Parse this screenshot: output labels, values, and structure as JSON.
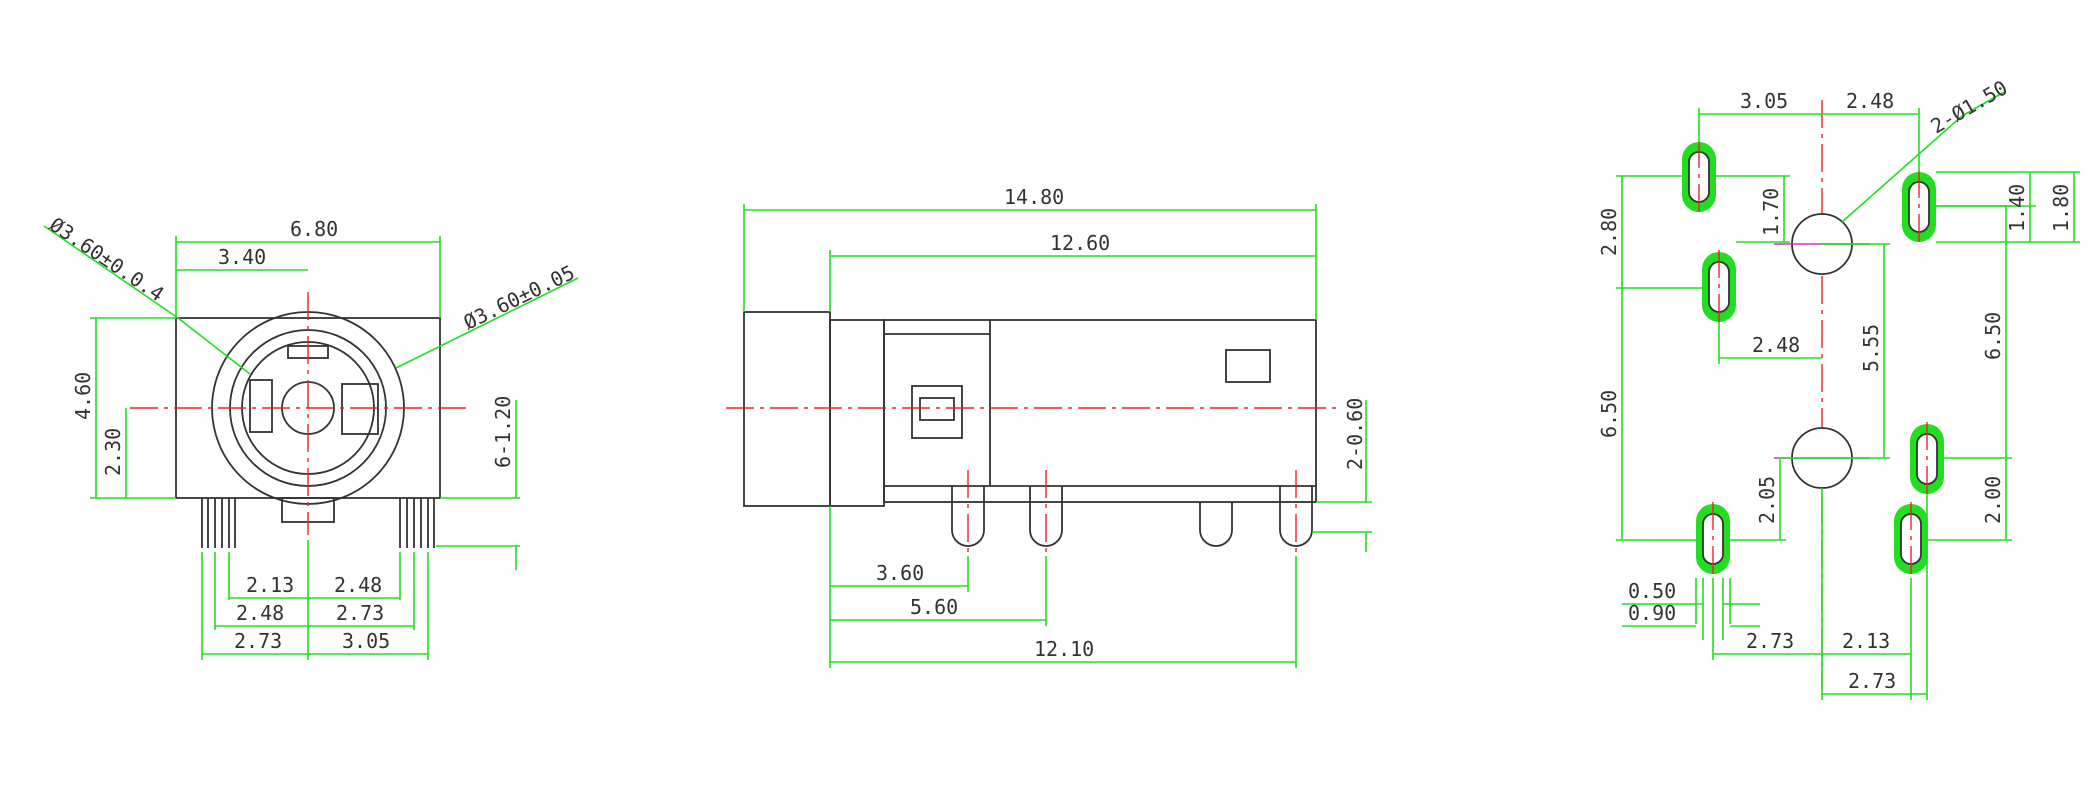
{
  "front_view": {
    "width": "6.80",
    "center_offset": "3.40",
    "diameter_left": "Ø3.60±0.0.4",
    "diameter_right": "Ø3.60±0.05",
    "height": "4.60",
    "center_height": "2.30",
    "pin_height": "6-1.20",
    "pin_2_13": "2.13",
    "pin_2_48_right": "2.48",
    "pin_2_48_left": "2.48",
    "pin_2_73_right": "2.73",
    "pin_2_73_left": "2.73",
    "pin_3_05": "3.05"
  },
  "side_view": {
    "overall_length": "14.80",
    "body_length": "12.60",
    "pin_depth": "2-0.60",
    "pin_3_60": "3.60",
    "pin_5_60": "5.60",
    "pin_12_10": "12.10"
  },
  "footprint": {
    "top_left": "3.05",
    "top_right": "2.48",
    "hole_callout": "2-Ø1.50",
    "left_2_80": "2.80",
    "slot_1_70": "1.70",
    "slot_1_40": "1.40",
    "slot_1_80": "1.80",
    "mid_2_48": "2.48",
    "center_5_55": "5.55",
    "right_6_50": "6.50",
    "left_6_50": "6.50",
    "low_2_05": "2.05",
    "low_2_00": "2.00",
    "width_0_50": "0.50",
    "width_0_90": "0.90",
    "bottom_2_73": "2.73",
    "bottom_2_13": "2.13",
    "bottom_2_73_b": "2.73"
  },
  "colors": {
    "dimension": "#22dd22",
    "centerline": "#ee2222",
    "outline": "#333333",
    "hole_axis": "#cc33cc"
  }
}
